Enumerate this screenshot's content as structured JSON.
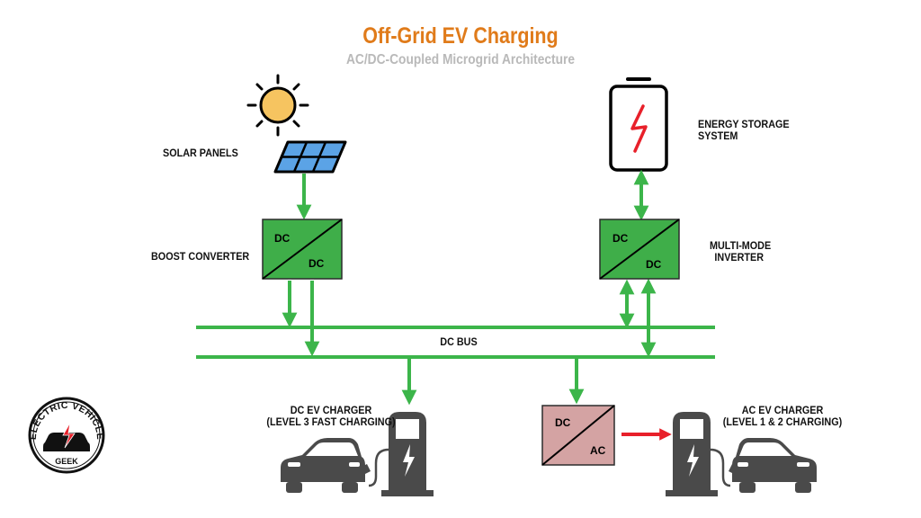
{
  "header": {
    "title": "Off-Grid EV Charging",
    "subtitle": "AC/DC-Coupled Microgrid Architecture"
  },
  "components": {
    "solar_panels": "SOLAR PANELS",
    "boost_converter": {
      "label": "BOOST CONVERTER",
      "in": "DC",
      "out": "DC"
    },
    "energy_storage": {
      "line1": "ENERGY STORAGE",
      "line2": "SYSTEM"
    },
    "inverter": {
      "line1": "MULTI-MODE",
      "line2": "INVERTER",
      "in": "DC",
      "out": "DC"
    },
    "dc_bus": "DC BUS",
    "dc_charger": {
      "line1": "DC EV CHARGER",
      "line2": "(LEVEL 3 FAST CHARGING)"
    },
    "ac_converter": {
      "in": "DC",
      "out": "AC"
    },
    "ac_charger": {
      "line1": "AC EV CHARGER",
      "line2": "(LEVEL 1 & 2 CHARGING)"
    }
  },
  "logo": {
    "top_text": "ELECTRIC VEHICLE",
    "bottom_text": "GEEK"
  },
  "colors": {
    "title": "#e07b1a",
    "subtitle": "#b9b9b9",
    "flow_green": "#3cb54a",
    "converter_green": "#3fae49",
    "ac_converter_fill": "#d4a3a3",
    "ac_arrow": "#e8202a",
    "charger_gray": "#4a4a4a",
    "battery_bolt": "#e8202a",
    "sun": "#f6c460",
    "panel": "#5ba3e6"
  }
}
